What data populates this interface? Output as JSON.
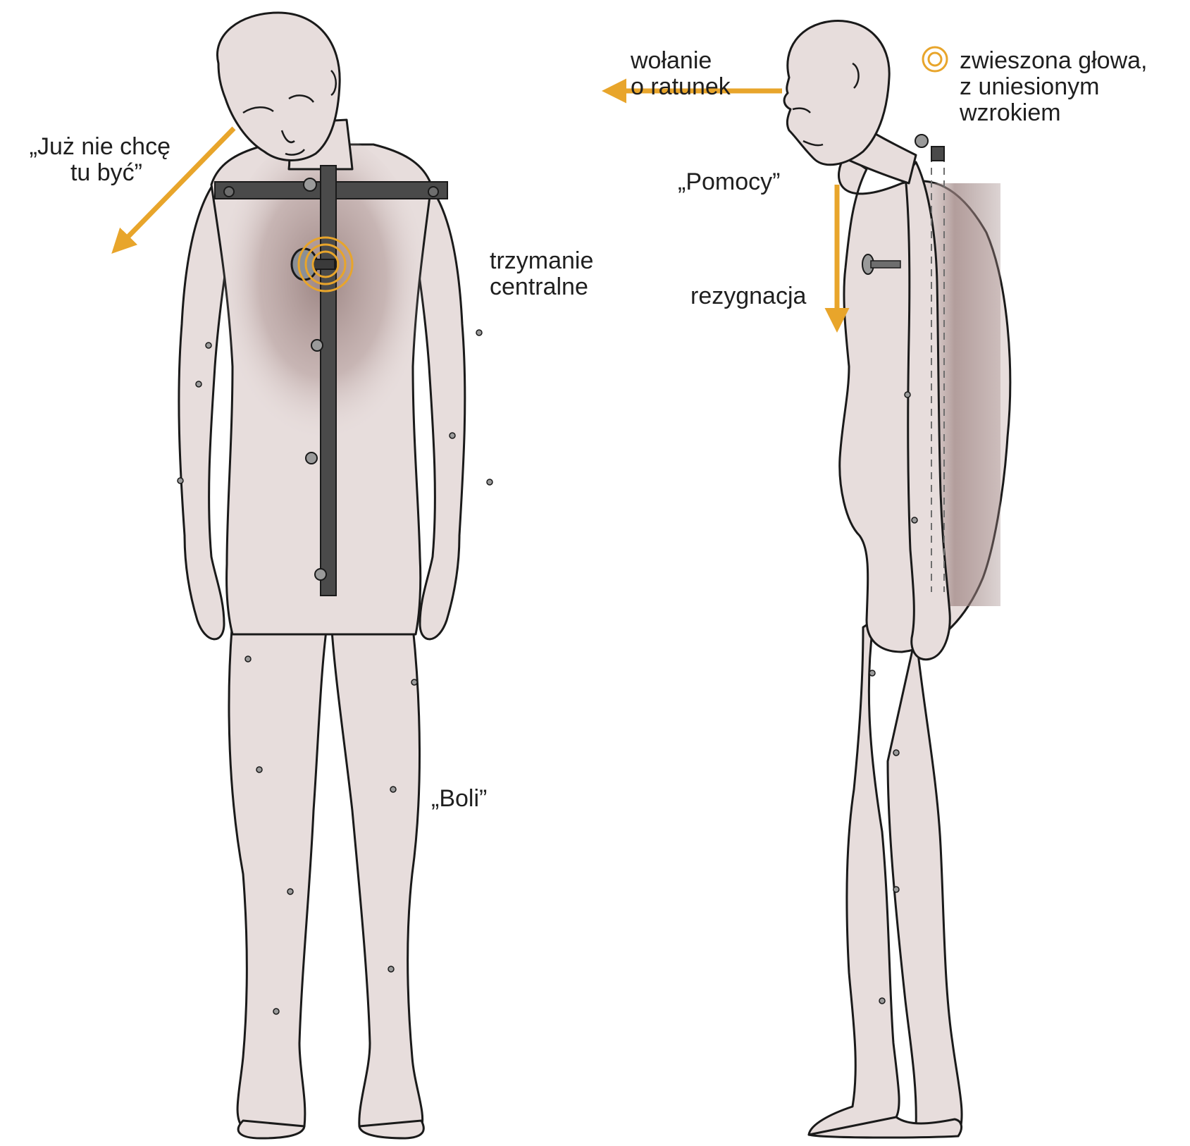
{
  "colors": {
    "accent": "#E8A52B",
    "skin": "#E7DDDC",
    "shadow": "#8F7674",
    "outline": "#1A1A1A",
    "frame": "#4A4A4A",
    "text": "#1F1F1F"
  },
  "left_figure": {
    "quote_top": [
      "„Już nie chcę",
      "tu być”"
    ],
    "holding_label": [
      "trzymanie",
      "centralne"
    ],
    "pain_quote": "„Boli”"
  },
  "right_figure": {
    "call_label": [
      "wołanie",
      "o ratunek"
    ],
    "help_quote": "„Pomocy”",
    "resign_label": "rezygnacja",
    "head_label": [
      "zwieszona głowa,",
      "z uniesionym",
      "wzrokiem"
    ]
  },
  "icons": [
    "arrow-icon",
    "pin-icon",
    "focus-ring-icon",
    "frame-icon"
  ]
}
